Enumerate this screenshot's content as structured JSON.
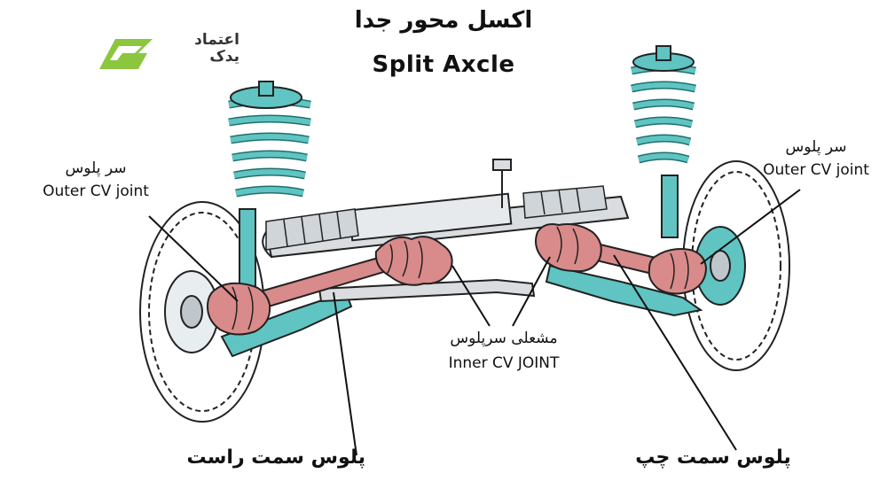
{
  "title": {
    "fa": "اکسل محور جدا",
    "en": "Split Axcle"
  },
  "logo": {
    "line1": "اعتماد",
    "line2": "یدک",
    "accent_color": "#8cc63f"
  },
  "labels": {
    "outer_left": {
      "fa": "سر پلوس",
      "en": "Outer CV joint"
    },
    "outer_right": {
      "fa": "سر پلوس",
      "en": "Outer CV joint"
    },
    "inner": {
      "fa": "مشعلی سرپلوس",
      "en": "Inner CV JOINT"
    },
    "right_shaft": "پلوس سمت راست",
    "left_shaft": "پلوس سمت چپ"
  },
  "colors": {
    "spring": "#5fc4c2",
    "metal": "#d9dde0",
    "boot": "#d98a8a",
    "outline": "#222222"
  }
}
